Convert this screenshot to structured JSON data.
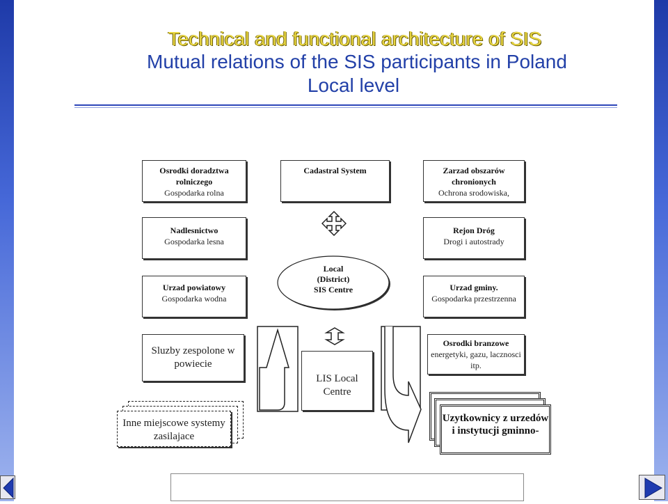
{
  "title": {
    "line1": "Technical and functional architecture of SIS",
    "line2": "Mutual relations of the SIS participants in Poland",
    "line3": "Local level"
  },
  "boxes": {
    "osrodki_doradztwa": {
      "bold": "Osrodki doradztwa rolniczego",
      "sub": "Gospodarka rolna"
    },
    "cadastral": {
      "bold": "Cadastral System"
    },
    "zarzad_obszarow": {
      "bold": "Zarzad obszarów chronionych",
      "sub": "Ochrona srodowiska,"
    },
    "nadlesnictwo": {
      "bold": "Nadlesnictwo",
      "sub": "Gospodarka lesna"
    },
    "rejon_drog": {
      "bold": "Rejon Dróg",
      "sub": "Drogi i autostrady"
    },
    "urzad_powiatowy": {
      "bold": "Urzad powiatowy",
      "sub": "Gospodarka wodna"
    },
    "local_sis": {
      "bold": "Local (District) SIS Centre"
    },
    "urzad_gminy": {
      "bold": "Urzad gminy.",
      "sub": "Gospodarka przestrzenna"
    },
    "sluzby": {
      "text": "Sluzby zespolone w powiecie"
    },
    "lis_local": {
      "text": "LIS Local Centre"
    },
    "osrodki_branzowe": {
      "bold": "Osrodki branzowe",
      "sub": "energetyki, gazu, lacznosci itp."
    },
    "inne": {
      "text": "Inne miejscowe systemy zasilajace"
    },
    "uzytkownicy": {
      "bold": "Uzytkownicy z urzedów i instytucji gminno-"
    }
  },
  "colors": {
    "accent": "#2240a8",
    "title_yellow": "#e8d642"
  }
}
